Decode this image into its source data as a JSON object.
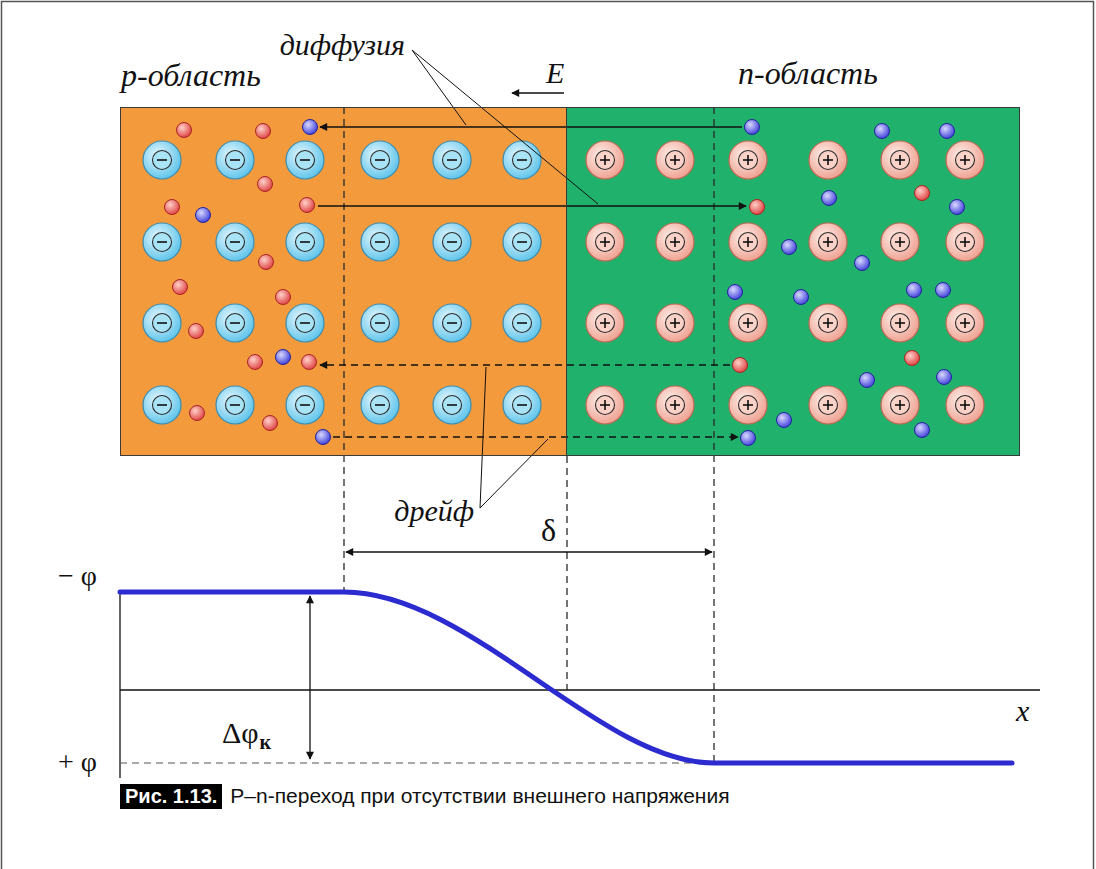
{
  "diagram": {
    "caption": "P–n-переход при отсутствии внешнего напряжения",
    "nodes": [
      {
        "text": [
          "p-область"
        ]
      },
      {
        "text": [
          "n-область"
        ]
      }
    ],
    "labels": [
      "диффузия",
      "E",
      "дрейф",
      "δ",
      "− φ",
      "Δφ",
      "к",
      "x",
      "+ φ",
      "Рис. 1.13."
    ]
  }
}
